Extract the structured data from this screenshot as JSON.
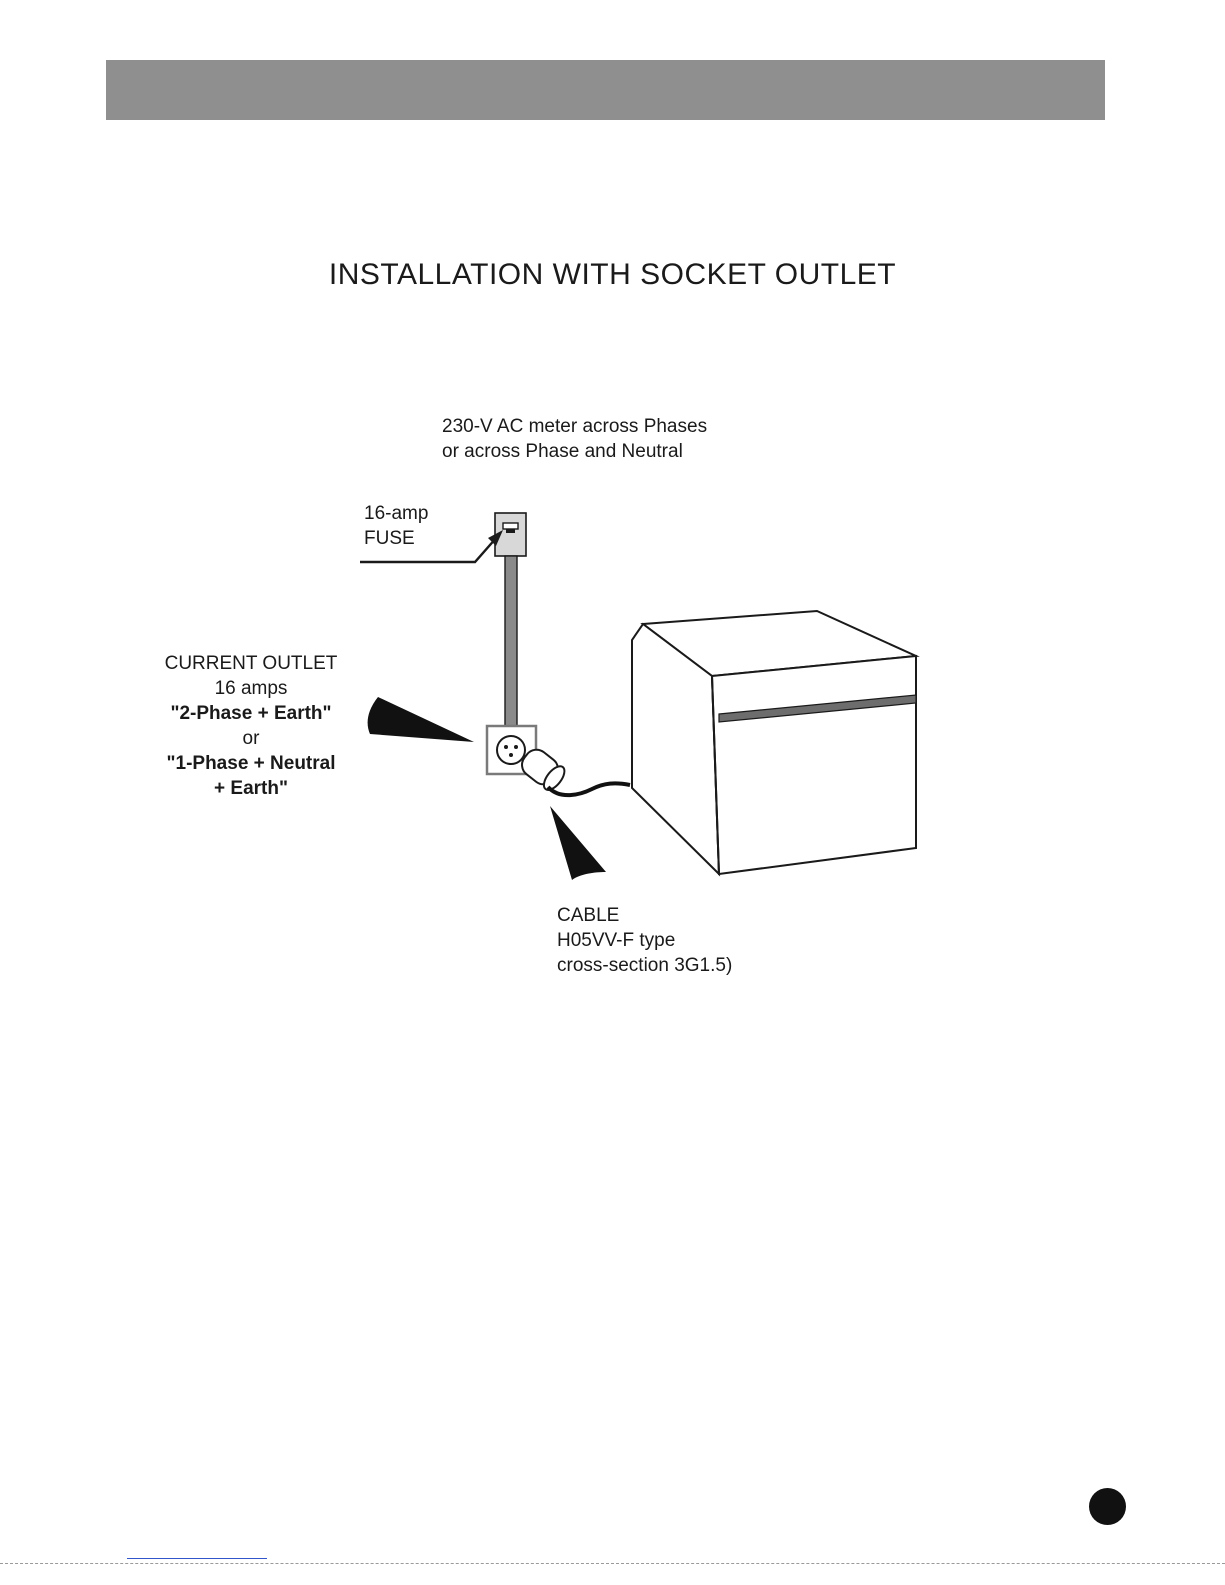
{
  "title": "INSTALLATION WITH SOCKET OUTLET",
  "labels": {
    "meter": [
      "230-V AC meter across Phases",
      "or across Phase and Neutral"
    ],
    "fuse": [
      "16-amp",
      "FUSE"
    ],
    "outlet": {
      "line1": "CURRENT OUTLET",
      "line2": "16 amps",
      "line3": "\"2-Phase  +  Earth\"",
      "line4": "or",
      "line5": "\"1-Phase  +  Neutral",
      "line6": "+  Earth\""
    },
    "cable": [
      "CABLE",
      "H05VV-F type",
      "cross-section 3G1.5)"
    ]
  },
  "colors": {
    "header": "#8f8f8f",
    "line": "#1a1a1a",
    "outlet_gray": "#7a7a7a",
    "oven_stripe": "#6d6d6d"
  }
}
